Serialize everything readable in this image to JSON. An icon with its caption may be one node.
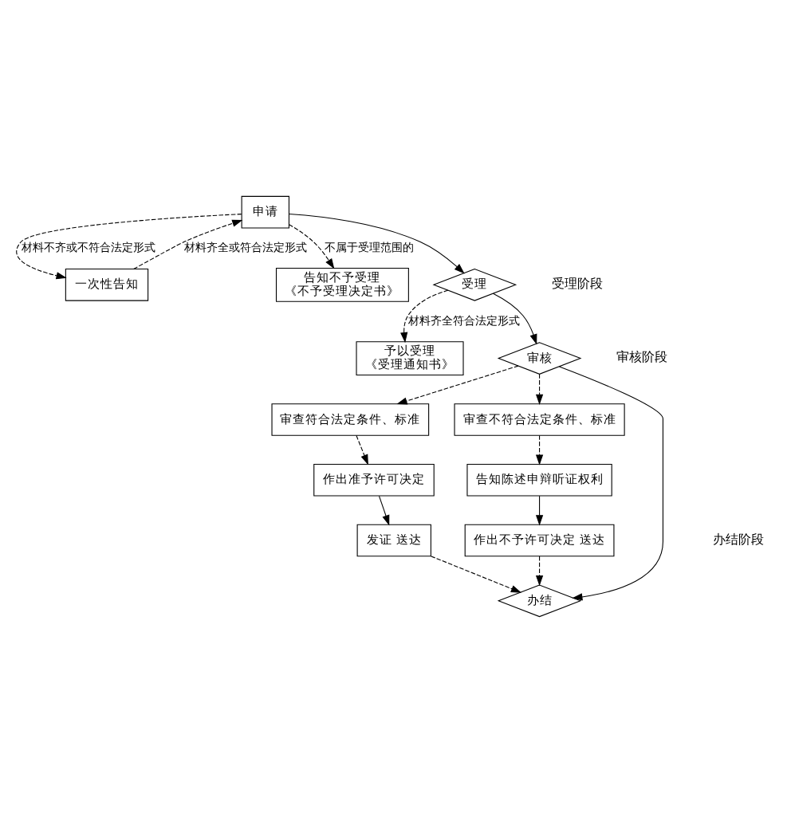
{
  "diagram": {
    "nodes": [
      {
        "text": [
          "申请"
        ]
      },
      {
        "text": [
          "一次性告知"
        ]
      },
      {
        "text": [
          "告知不予受理",
          "《不予受理决定书》"
        ]
      },
      {
        "text": [
          "受理"
        ]
      },
      {
        "text": [
          "予以受理",
          "《受理通知书》"
        ]
      },
      {
        "text": [
          "审核"
        ]
      },
      {
        "text": [
          "审查符合法定条件、标准"
        ]
      },
      {
        "text": [
          "审查不符合法定条件、标准"
        ]
      },
      {
        "text": [
          "作出准予许可决定"
        ]
      },
      {
        "text": [
          "发证 送达"
        ]
      },
      {
        "text": [
          "告知陈述申辩听证权利"
        ]
      },
      {
        "text": [
          "作出不予许可决定 送达"
        ]
      },
      {
        "text": [
          "办结"
        ]
      }
    ],
    "edges": [
      {
        "from": 1,
        "to": 0,
        "arrow": "to",
        "label": "材料齐全或符合法定形式",
        "style": "dashed"
      },
      {
        "from": 0,
        "to": 2,
        "arrow": "to",
        "label": "不属于受理范围的",
        "style": "dashed"
      },
      {
        "from": 0,
        "to": 1,
        "arrow": "to",
        "label": "材料不齐或不符合法定形式",
        "style": "dashed"
      },
      {
        "from": 0,
        "to": 3,
        "arrow": "to"
      },
      {
        "from": 3,
        "to": 4,
        "arrow": "to",
        "label": "材料齐全符合法定形式",
        "style": "dashed"
      },
      {
        "from": 3,
        "to": 5,
        "arrow": "to"
      },
      {
        "from": 5,
        "to": 6,
        "arrow": "to",
        "style": "dashed"
      },
      {
        "from": 5,
        "to": 7,
        "arrow": "to",
        "style": "dashed"
      },
      {
        "from": 6,
        "to": 8,
        "arrow": "to",
        "style": "dashed"
      },
      {
        "from": 7,
        "to": 10,
        "arrow": "to",
        "style": "dashed"
      },
      {
        "from": 8,
        "to": 9,
        "arrow": "to"
      },
      {
        "from": 10,
        "to": 11,
        "arrow": "to"
      },
      {
        "from": 5,
        "to": 12,
        "arrow": "to"
      },
      {
        "from": 9,
        "to": 12,
        "arrow": "to",
        "style": "dashed"
      },
      {
        "from": 11,
        "to": 12,
        "arrow": "to",
        "style": "dashed"
      }
    ],
    "labels": [
      "受理阶段",
      "审核阶段",
      "办结阶段"
    ]
  }
}
